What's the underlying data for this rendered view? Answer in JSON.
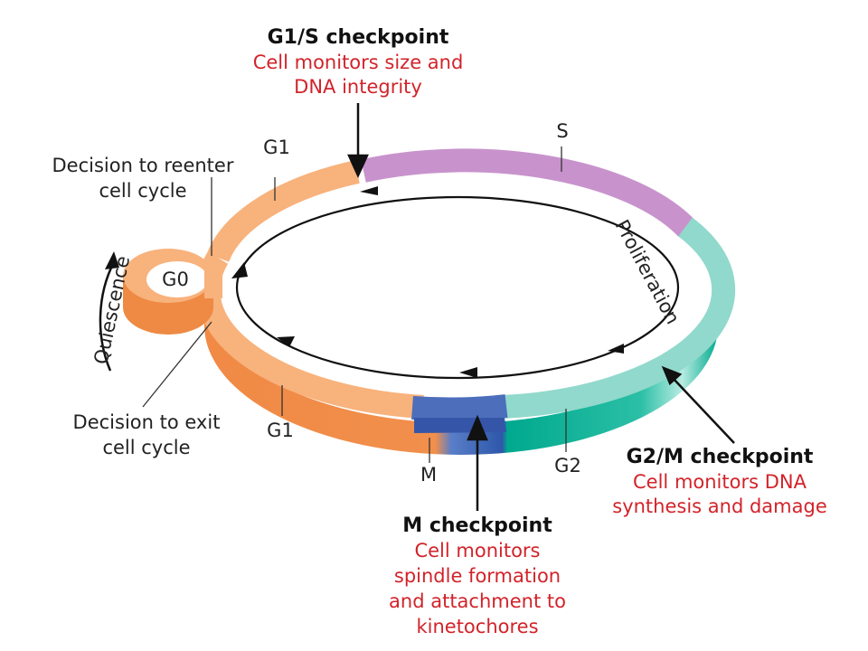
{
  "checkpoints": {
    "g1s": {
      "title": "G1/S checkpoint",
      "line1": "Cell monitors size and",
      "line2": "DNA integrity"
    },
    "g2m": {
      "title": "G2/M checkpoint",
      "line1": "Cell monitors DNA",
      "line2": "synthesis and damage"
    },
    "m": {
      "title": "M checkpoint",
      "line1": "Cell monitors",
      "line2": "spindle formation",
      "line3": "and attachment to",
      "line4": "kinetochores"
    }
  },
  "phases": {
    "g1_top": "G1",
    "g1_bottom": "G1",
    "s": "S",
    "g2": "G2",
    "m": "M",
    "g0": "G0"
  },
  "decisions": {
    "reenter_line1": "Decision to reenter",
    "reenter_line2": "cell cycle",
    "exit_line1": "Decision to exit",
    "exit_line2": "cell cycle"
  },
  "labels": {
    "proliferation": "Proliferation",
    "quiescence": "Quiescence"
  },
  "colors": {
    "g1": "#f7b57e",
    "g1_side": "#ef8a42",
    "s": "#c995cc",
    "g2": "#8fd8cb",
    "g2_side": "#00ad93",
    "m": "#4a6dba",
    "checkpoint_text": "#d2232a"
  }
}
